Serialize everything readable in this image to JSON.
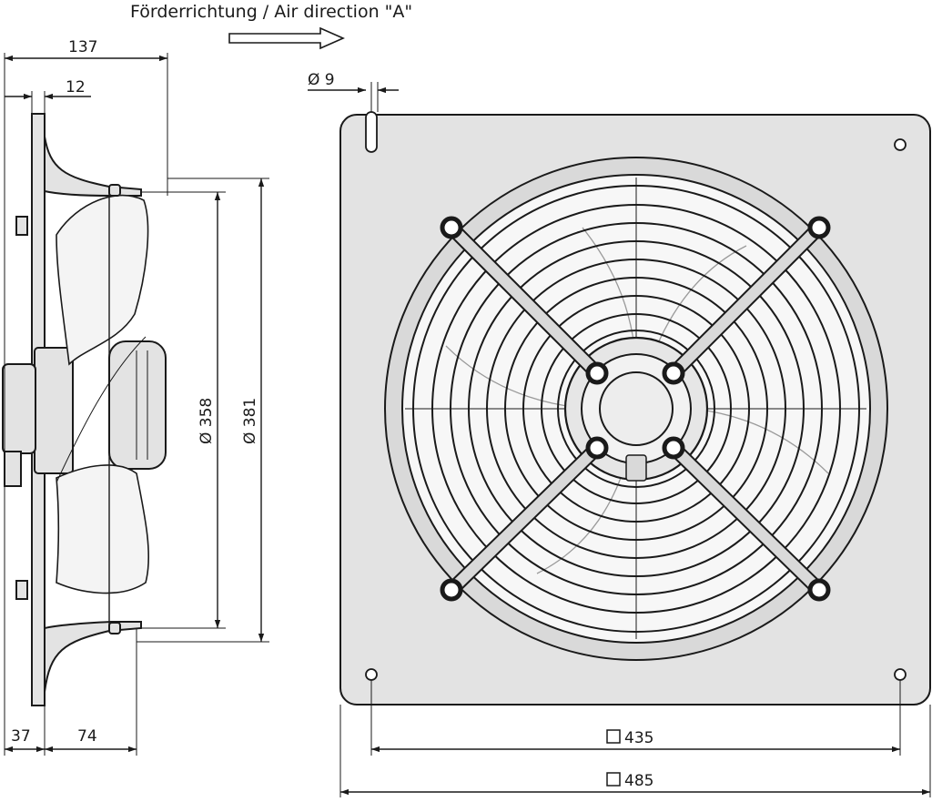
{
  "title": "Förderrichtung / Air direction \"A\"",
  "colors": {
    "line": "#1a1a1a",
    "plate": "#e3e3e3",
    "blade": "#f4f4f4",
    "background": "#ffffff"
  },
  "side_view": {
    "dim_depth": "137",
    "dim_flange": "12",
    "dim_diameter_inner": "Ø 358",
    "dim_diameter_outer": "Ø 381",
    "dim_bottom_left": "37",
    "dim_bottom_right": "74"
  },
  "front_view": {
    "dim_hole": "Ø 9",
    "dim_hole_spacing": "435",
    "dim_plate_size": "485",
    "square_symbol": "square-symbol-icon"
  }
}
